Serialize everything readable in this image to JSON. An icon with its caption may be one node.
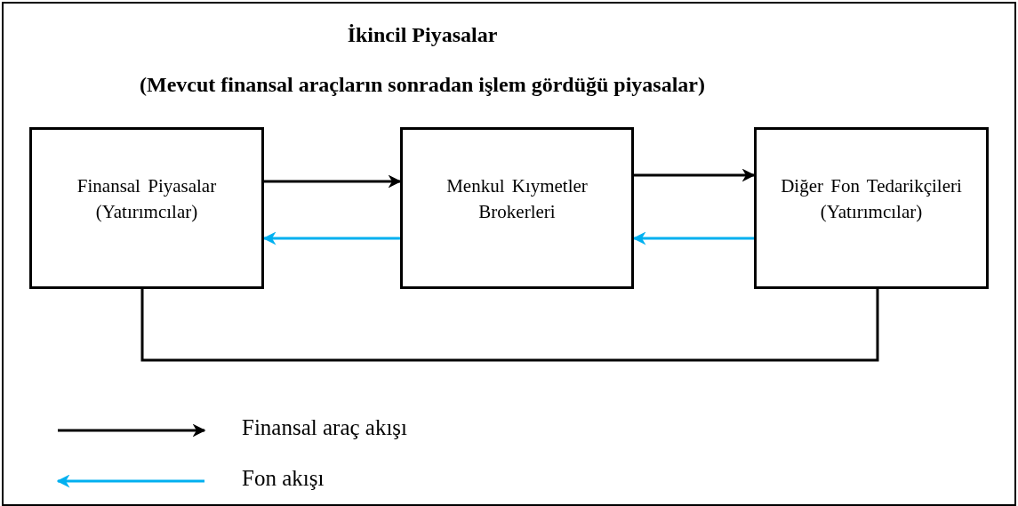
{
  "diagram": {
    "title": "İkincil Piyasalar",
    "nodes": [
      {
        "text": [
          "Finansal Piyasalar (Yatırımcılar)"
        ]
      },
      {
        "text": [
          "Menkul Kıymetler Brokerleri"
        ]
      },
      {
        "text": [
          "Diğer Fon Tedarikçileri (Yatırımcılar)"
        ]
      }
    ],
    "edges": [
      {
        "from": 0,
        "to": 1,
        "arrow": "to"
      },
      {
        "from": 1,
        "to": 0,
        "arrow": "to",
        "color": "#00b0f0"
      },
      {
        "from": 1,
        "to": 2,
        "arrow": "to"
      },
      {
        "from": 2,
        "to": 1,
        "arrow": "to",
        "color": "#00b0f0"
      },
      {
        "from": 0,
        "to": 2,
        "arrow": "none"
      }
    ],
    "labels": [
      "(Mevcut finansal araçların sonradan işlem gördüğü piyasalar)"
    ],
    "legend": [
      {
        "text": "Finansal araç akışı"
      },
      {
        "text": "Fon akışı"
      }
    ]
  }
}
